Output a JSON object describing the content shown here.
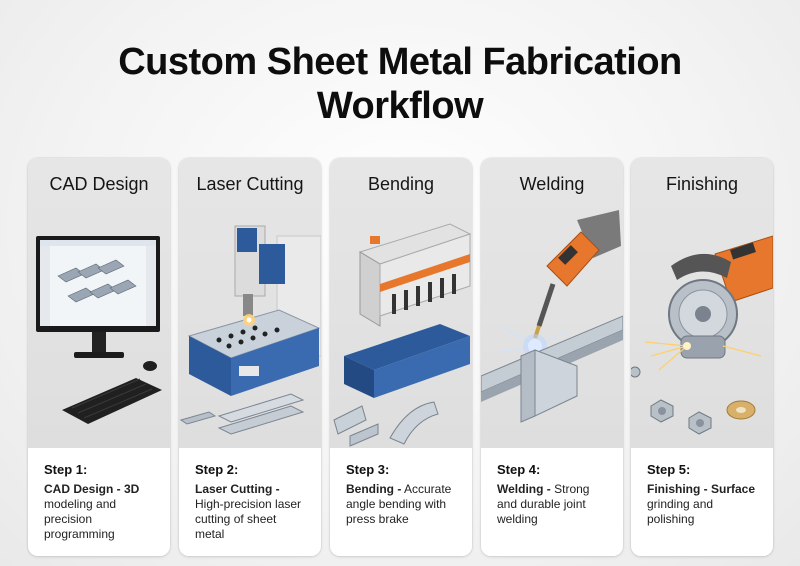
{
  "header": {
    "title_line1": "Custom Sheet Metal Fabrication",
    "title_line2": "Workflow"
  },
  "steps": [
    {
      "name": "CAD Design",
      "label": "Step 1:",
      "bold": "CAD Design - 3D",
      "desc": "modeling and precision programming"
    },
    {
      "name": "Laser Cutting",
      "label": "Step 2:",
      "bold": "Laser Cutting -",
      "desc": "High-precision laser cutting of sheet metal"
    },
    {
      "name": "Bending",
      "label": "Step 3:",
      "bold": "Bending -",
      "desc": "Accurate angle bending with press brake"
    },
    {
      "name": "Welding",
      "label": "Step 4:",
      "bold": "Welding -",
      "desc": "Strong and durable joint welding"
    },
    {
      "name": "Finishing",
      "label": "Step 5:",
      "bold": "Finishing - Surface",
      "desc": "grinding and polishing"
    }
  ],
  "colors": {
    "machine_blue": "#2d5a9a",
    "accent_orange": "#e8772e",
    "steel": "#b9c2cc",
    "card_top": "#e2e2e2"
  }
}
